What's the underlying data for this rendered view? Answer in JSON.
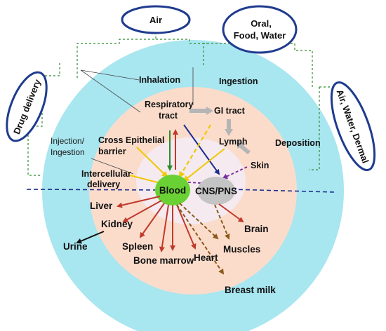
{
  "sources": {
    "air": "Air",
    "oral_1": "Oral,",
    "oral_2": "Food, Water",
    "drug_delivery": "Drug delivery",
    "dermal": "Air, Water, Dermal"
  },
  "routes": {
    "inhalation": "Inhalation",
    "ingestion": "Ingestion",
    "deposition": "Deposition",
    "injection_1": "Injection/",
    "injection_2": "Ingestion"
  },
  "entry": {
    "respiratory_1": "Respiratory",
    "respiratory_2": "tract",
    "gi_tract": "GI tract",
    "lymph": "Lymph",
    "skin": "Skin",
    "cross_1": "Cross Epithelial",
    "cross_2": "barrier",
    "intercellular_1": "Intercellular",
    "intercellular_2": "delivery"
  },
  "hubs": {
    "blood": "Blood",
    "cns": "CNS/PNS"
  },
  "organs": {
    "liver": "Liver",
    "kidney": "Kidney",
    "urine": "Urine",
    "spleen": "Spleen",
    "bone_marrow": "Bone marrow",
    "heart": "Heart",
    "muscles": "Muscles",
    "brain": "Brain",
    "breast_milk": "Breast milk"
  },
  "colors": {
    "outer_ring": "#a8e6f0",
    "middle_disc": "#fbdccb",
    "inner_disc": "#f4eaf0",
    "blood": "#6ad134",
    "cns": "#c4c4c4",
    "oval_border": "#1f3b8f",
    "dashed_green": "#2e8b2e",
    "red_arrow": "#c0392b",
    "brown_arrow": "#8b5a1a",
    "yellow_line": "#f0c800",
    "purple_arrow": "#7a2ea0",
    "navy_line": "#1f2f8f",
    "gray_arrow": "#b5b5b5"
  }
}
